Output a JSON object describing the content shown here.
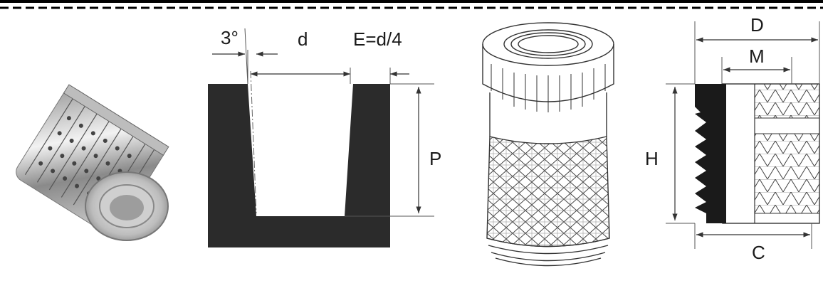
{
  "hole_diagram": {
    "angle_label": "3°",
    "diameter_label": "d",
    "wall_label": "E=d/4",
    "depth_label": "P"
  },
  "insert_section": {
    "outer_diameter_label": "D",
    "thread_label": "M",
    "height_label": "H",
    "base_diameter_label": "C"
  },
  "colors": {
    "border": "#000000",
    "solid": "#2b2b2b",
    "line": "#333333",
    "metal_light": "#e6e6e6",
    "metal_dark": "#6f6f6f"
  }
}
